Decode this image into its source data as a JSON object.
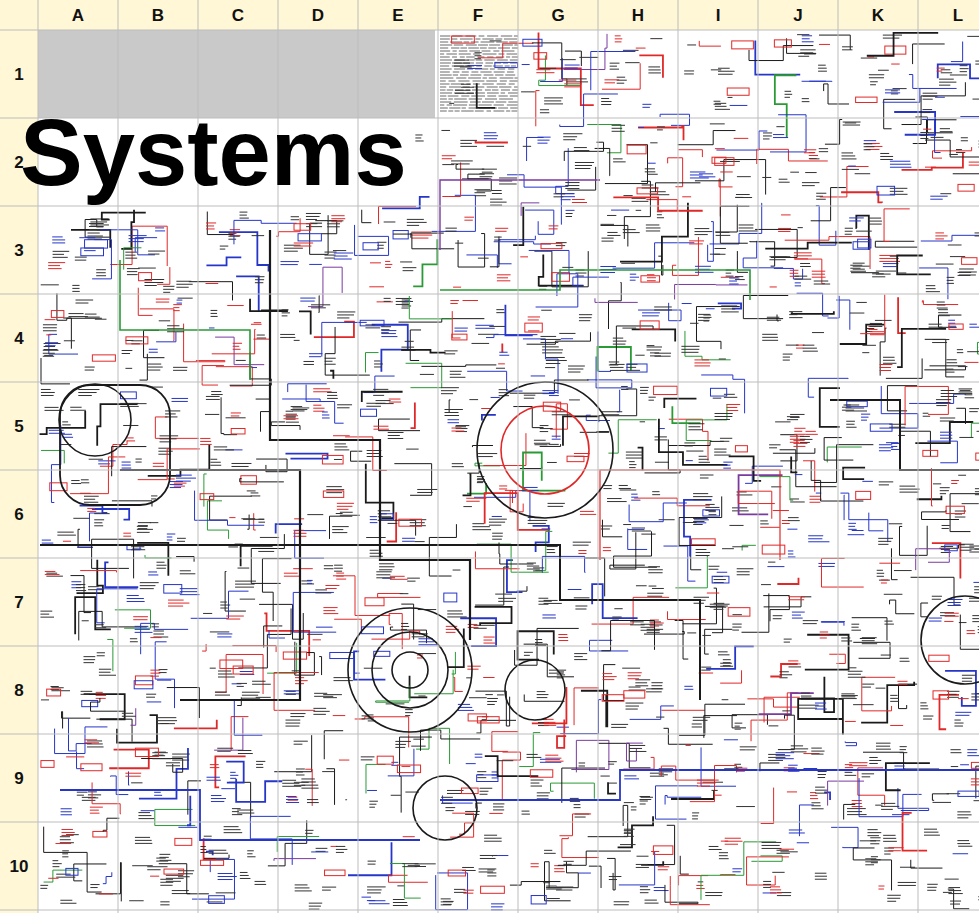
{
  "diagram": {
    "title": "Systems",
    "labels": [
      "A",
      "B",
      "C",
      "D",
      "E",
      "F",
      "G",
      "H",
      "I",
      "J",
      "K",
      "L",
      "1",
      "2",
      "3",
      "4",
      "5",
      "6",
      "7",
      "8",
      "9",
      "10"
    ]
  }
}
